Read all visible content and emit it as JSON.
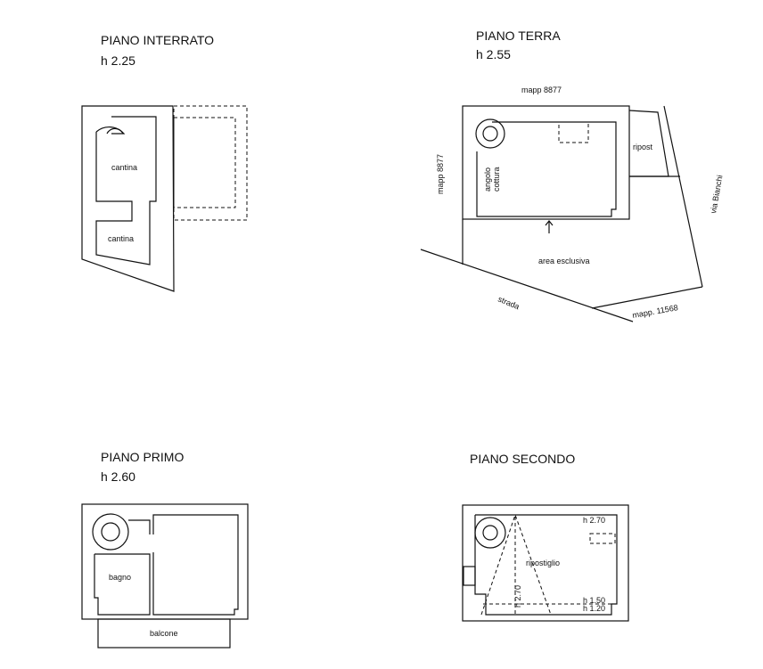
{
  "floors": {
    "interrato": {
      "title": "PIANO INTERRATO",
      "height": "h 2.25",
      "rooms": [
        "cantina",
        "cantina"
      ]
    },
    "terra": {
      "title": "PIANO TERRA",
      "height": "h 2.55",
      "rooms": [
        "angolo",
        "cottura",
        "ripost",
        "area esclusiva"
      ],
      "surroundings": {
        "top": "mapp 8877",
        "left": "mapp 8877",
        "right": "via Bianchi",
        "road": "strada",
        "bottom": "mapp. 11568"
      }
    },
    "primo": {
      "title": "PIANO PRIMO",
      "height": "h 2.60",
      "rooms": [
        "bagno",
        "balcone"
      ]
    },
    "secondo": {
      "title": "PIANO SECONDO",
      "rooms": [
        "ripostiglio"
      ],
      "heights": [
        "h 2.70",
        "h 2.70",
        "h 1.50",
        "h 1.20"
      ]
    }
  }
}
